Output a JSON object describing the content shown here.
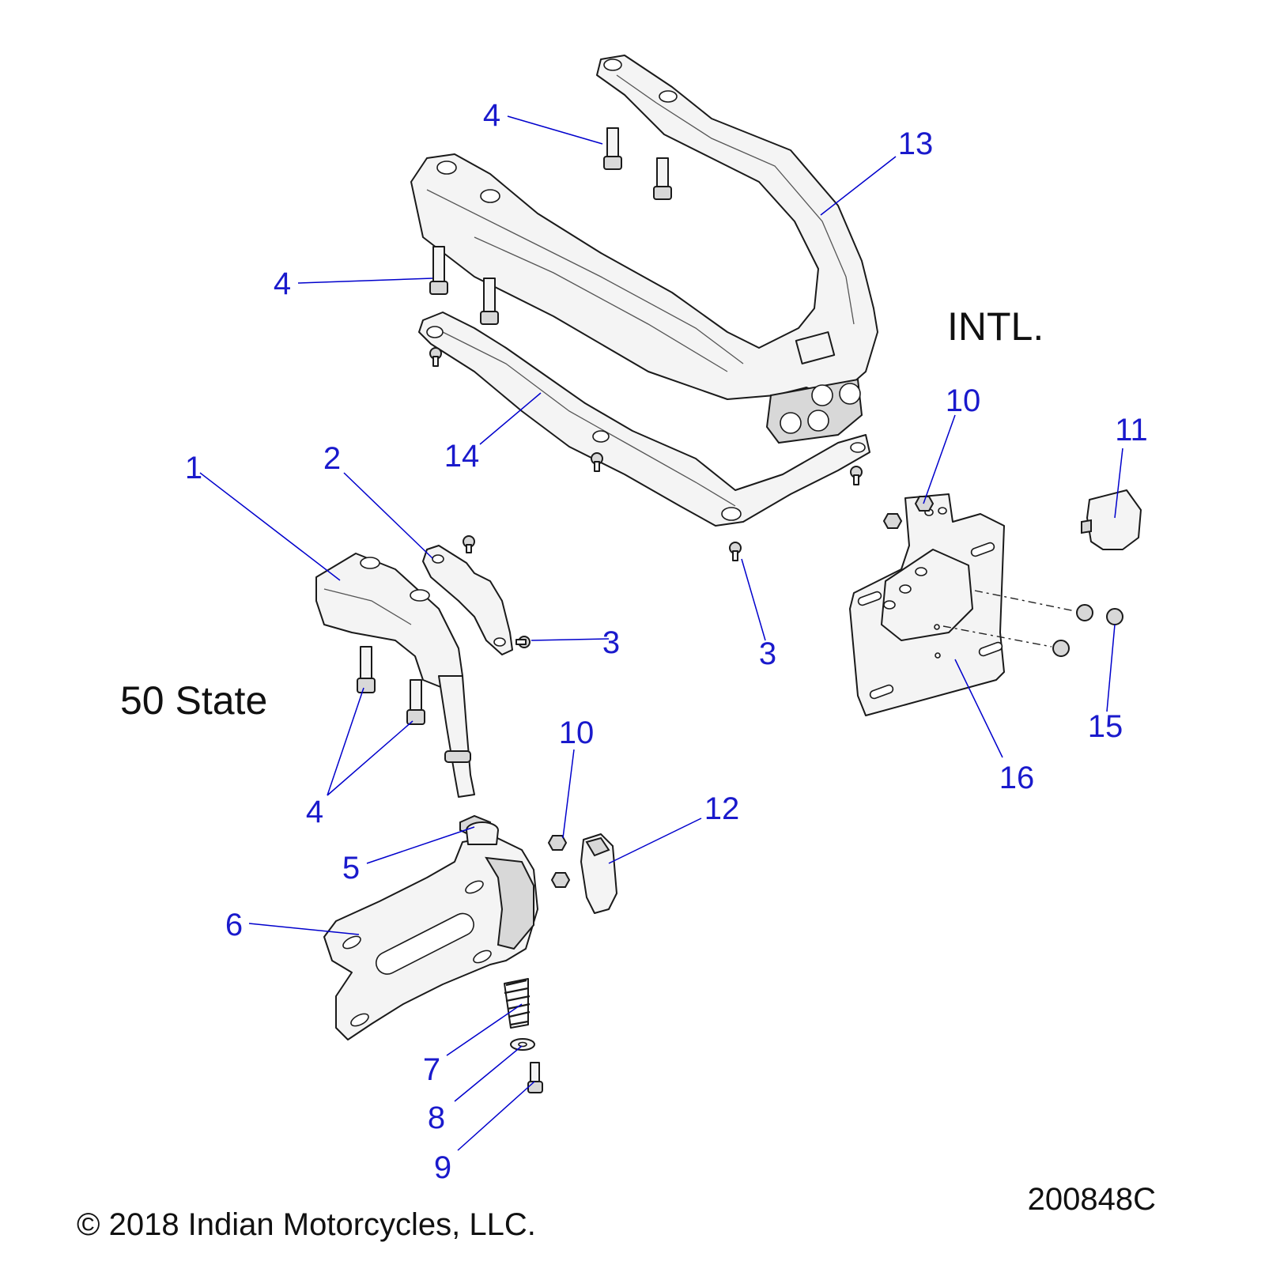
{
  "sections": {
    "intl": "INTL.",
    "fifty_state": "50 State"
  },
  "callouts": [
    {
      "id": "c4a",
      "label": "4"
    },
    {
      "id": "c13",
      "label": "13"
    },
    {
      "id": "c4b",
      "label": "4"
    },
    {
      "id": "c10a",
      "label": "10"
    },
    {
      "id": "c11",
      "label": "11"
    },
    {
      "id": "c1",
      "label": "1"
    },
    {
      "id": "c2",
      "label": "2"
    },
    {
      "id": "c14",
      "label": "14"
    },
    {
      "id": "c3a",
      "label": "3"
    },
    {
      "id": "c3b",
      "label": "3"
    },
    {
      "id": "c15",
      "label": "15"
    },
    {
      "id": "c10b",
      "label": "10"
    },
    {
      "id": "c4c",
      "label": "4"
    },
    {
      "id": "c16",
      "label": "16"
    },
    {
      "id": "c12",
      "label": "12"
    },
    {
      "id": "c5",
      "label": "5"
    },
    {
      "id": "c6",
      "label": "6"
    },
    {
      "id": "c7",
      "label": "7"
    },
    {
      "id": "c8",
      "label": "8"
    },
    {
      "id": "c9",
      "label": "9"
    }
  ],
  "footer": {
    "copyright": "© 2018 Indian Motorcycles, LLC.",
    "diagram_number": "200848C"
  },
  "colors": {
    "callout": "#1a1acc",
    "leader": "#0000cc",
    "outline": "#1a1a1a"
  }
}
